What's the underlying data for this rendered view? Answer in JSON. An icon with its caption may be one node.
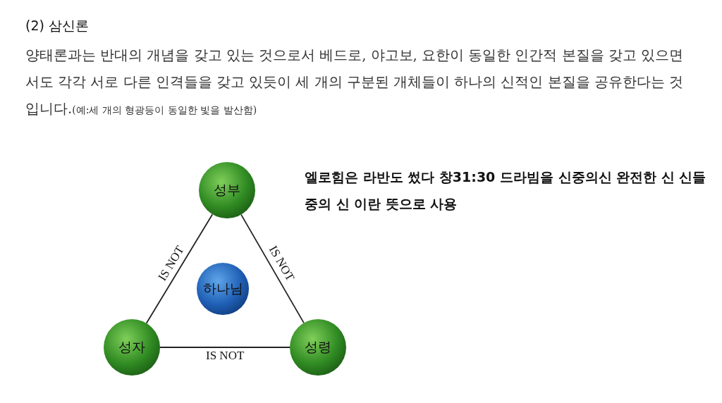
{
  "diagram": {
    "title": "(2) 삼신론",
    "nodes": [
      {
        "text": [
          "성부"
        ]
      },
      {
        "text": [
          "하나님"
        ]
      },
      {
        "text": [
          "성자"
        ]
      },
      {
        "text": [
          "성령"
        ]
      }
    ],
    "edges": [
      {
        "from": 0,
        "to": 2,
        "arrow": "none",
        "label": "IS NOT"
      },
      {
        "from": 0,
        "to": 3,
        "arrow": "none",
        "label": "IS NOT"
      },
      {
        "from": 2,
        "to": 3,
        "arrow": "none",
        "label": "IS NOT"
      }
    ],
    "labels": [
      "양태론과는 반대의 개념을 갖고 있는 것으로서 베드로, 야고보, 요한이 동일한 인간적 본질을 갖고 있으면서도 각각 서로 다른 인격들을 갖고 있듯이 세 개의 구분된 개체들이 하나의 신적인 본질을 공유한다는 것입니다.",
      "(예:세 개의 형광등이 동일한 빛을 발산함)",
      "엘로힘은 라반도 썼다 창31:30 드라빔을 신중의신 완전한 신 신들중의 신 이란 뜻으로 사용"
    ]
  }
}
